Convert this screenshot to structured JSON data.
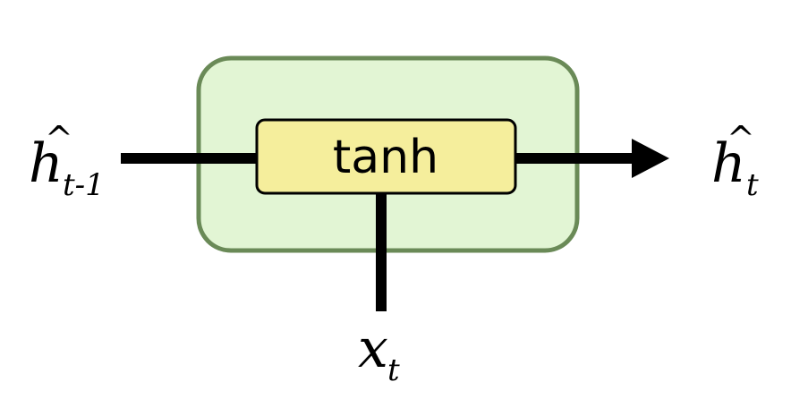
{
  "gate": {
    "label": "tanh"
  },
  "input": {
    "symbol": "x",
    "subscript": "t"
  },
  "prev_hidden": {
    "symbol": "h",
    "subscript": "t-1",
    "accent": "^"
  },
  "next_hidden": {
    "symbol": "h",
    "subscript": "t",
    "accent": "^"
  },
  "colors": {
    "cell_fill": "#e2f5d4",
    "cell_border": "#6a8a57",
    "gate_fill": "#f5ee9c",
    "line": "#000000"
  }
}
